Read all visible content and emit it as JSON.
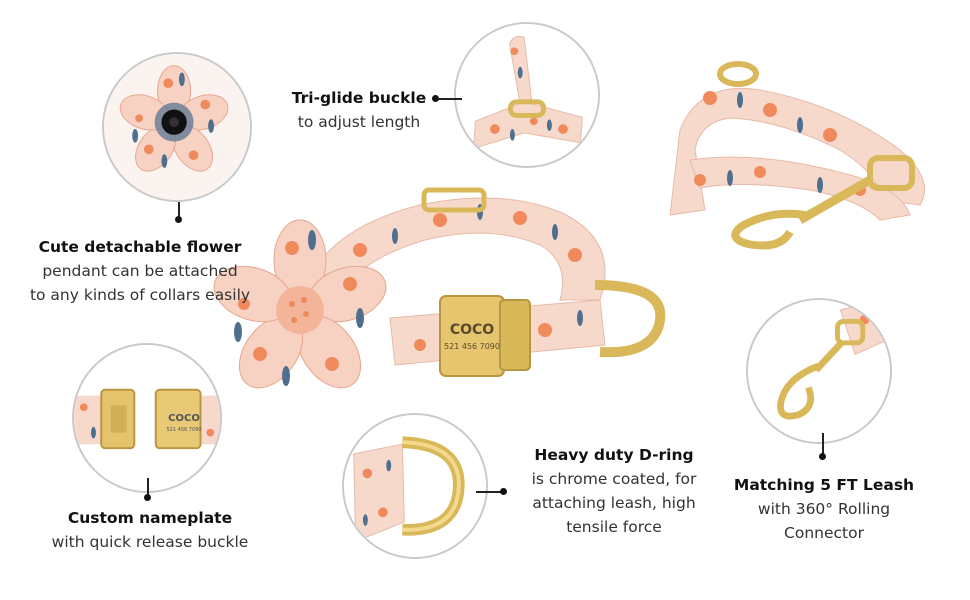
{
  "callouts": {
    "flower": {
      "title": "Cute detachable flower",
      "desc": "pendant can be attached\nto any kinds of collars easily"
    },
    "triglide": {
      "title": "Tri-glide buckle",
      "desc": "to adjust length"
    },
    "nameplate": {
      "title": "Custom nameplate",
      "desc": "with quick release buckle"
    },
    "dring": {
      "title": "Heavy duty D-ring",
      "desc": "is chrome coated, for\nattaching leash, high\ntensile force"
    },
    "leash": {
      "title": "Matching 5 FT Leash",
      "desc": "with 360° Rolling\nConnector"
    }
  },
  "buckle_engraving": {
    "name": "COCO",
    "phone": "521 456 7090"
  },
  "colors": {
    "fabric": "#f7d9cc",
    "flower_peach": "#f08a5d",
    "leaf_blue": "#4f6f8f",
    "gold": "#d9b85a",
    "circle_border": "#c9c9c9"
  }
}
